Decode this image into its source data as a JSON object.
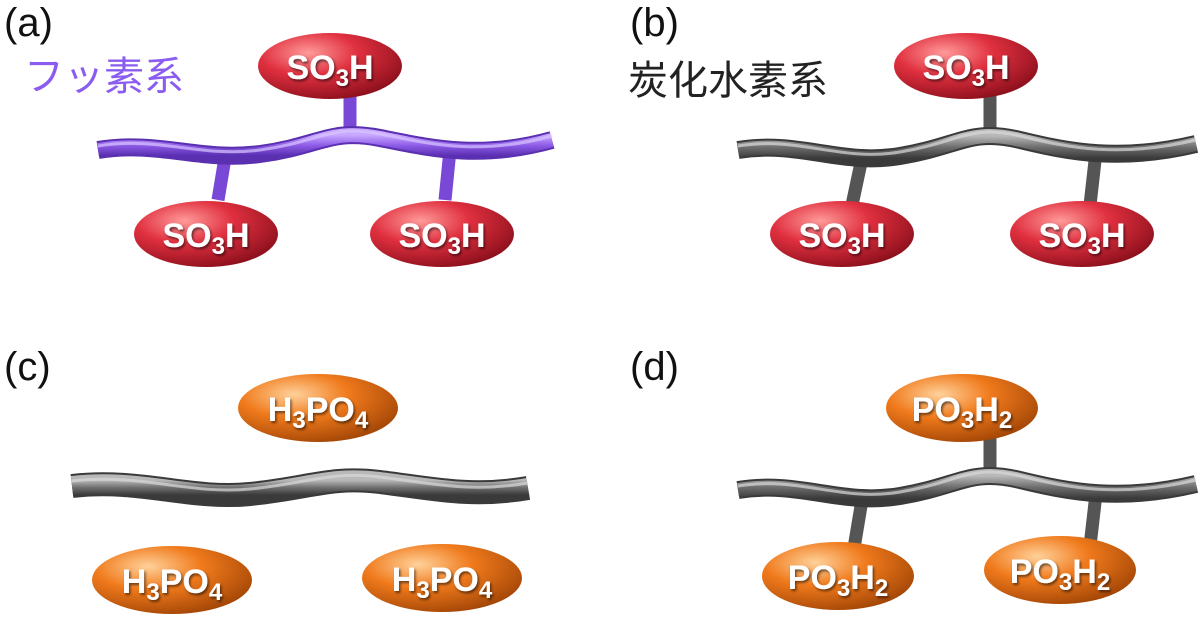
{
  "colors": {
    "fluoro_backbone": "#8e5ce8",
    "hydrocarbon_backbone": "#6e6e6e",
    "sulfonic_group": "#d8283a",
    "phosphoric_group": "#f07a1c",
    "fluoro_label": "#8a5cf0",
    "hydrocarbon_label": "#222222"
  },
  "panels": [
    {
      "label": "(a)",
      "type_label": "フッ素系",
      "backbone": "fluoro",
      "group_top": {
        "main": "SO",
        "sub1": "3",
        "mid": "H",
        "sub2": ""
      },
      "group_left": {
        "main": "SO",
        "sub1": "3",
        "mid": "H",
        "sub2": ""
      },
      "group_right": {
        "main": "SO",
        "sub1": "3",
        "mid": "H",
        "sub2": ""
      }
    },
    {
      "label": "(b)",
      "type_label": "炭化水素系",
      "backbone": "hydrocarbon",
      "group_top": {
        "main": "SO",
        "sub1": "3",
        "mid": "H",
        "sub2": ""
      },
      "group_left": {
        "main": "SO",
        "sub1": "3",
        "mid": "H",
        "sub2": ""
      },
      "group_right": {
        "main": "SO",
        "sub1": "3",
        "mid": "H",
        "sub2": ""
      }
    },
    {
      "label": "(c)",
      "type_label": "",
      "backbone": "hydrocarbon",
      "group_top": {
        "main": "H",
        "sub1": "3",
        "mid": "PO",
        "sub2": "4"
      },
      "group_left": {
        "main": "H",
        "sub1": "3",
        "mid": "PO",
        "sub2": "4"
      },
      "group_right": {
        "main": "H",
        "sub1": "3",
        "mid": "PO",
        "sub2": "4"
      }
    },
    {
      "label": "(d)",
      "type_label": "",
      "backbone": "hydrocarbon",
      "group_top": {
        "main": "PO",
        "sub1": "3",
        "mid": "H",
        "sub2": "2"
      },
      "group_left": {
        "main": "PO",
        "sub1": "3",
        "mid": "H",
        "sub2": "2"
      },
      "group_right": {
        "main": "PO",
        "sub1": "3",
        "mid": "H",
        "sub2": "2"
      }
    }
  ]
}
